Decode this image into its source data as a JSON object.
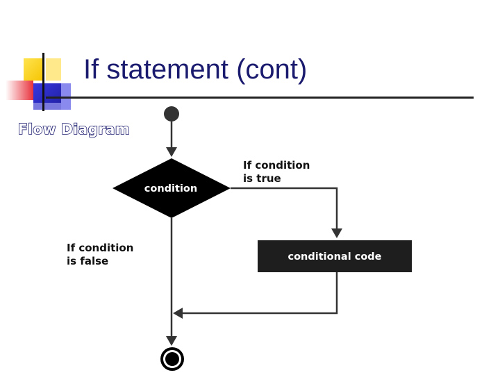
{
  "slide": {
    "title": "If statement (cont)",
    "subtitle": "Flow Diagram"
  },
  "flow": {
    "decision_label": "condition",
    "true_label_line1": "If condition",
    "true_label_line2": "is true",
    "false_label_line1": "If condition",
    "false_label_line2": "is false",
    "action_label": "conditional code"
  },
  "colors": {
    "title": "#1a1a6e",
    "decision_fill": "#000000",
    "action_fill": "#1e1e1e",
    "line": "#333333",
    "deco_yellow": "#ffd21f",
    "deco_blue": "#2d2dc8",
    "deco_red": "#e8323c"
  }
}
